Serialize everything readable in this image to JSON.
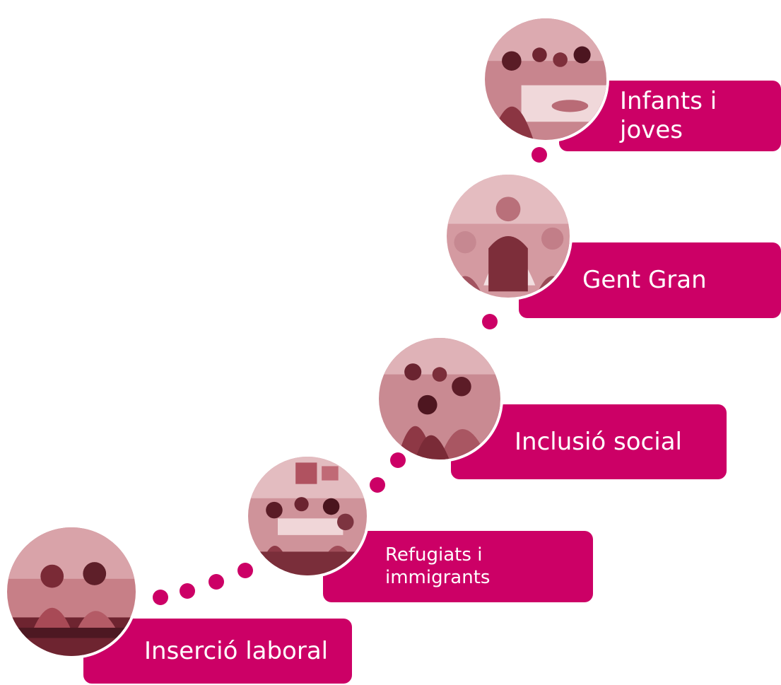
{
  "accent_color": "#cc0066",
  "photo_tint": "#b5424f",
  "steps": [
    {
      "label": "Inserció laboral",
      "photo_icon": "job-training-photo"
    },
    {
      "label": "Refugiats i\nimmigrants",
      "photo_icon": "refugees-workshop-photo"
    },
    {
      "label": "Inclusió social",
      "photo_icon": "social-inclusion-group-photo"
    },
    {
      "label": "Gent Gran",
      "photo_icon": "elderly-care-photo"
    },
    {
      "label": "Infants i\njoves",
      "photo_icon": "children-youth-photo"
    }
  ]
}
